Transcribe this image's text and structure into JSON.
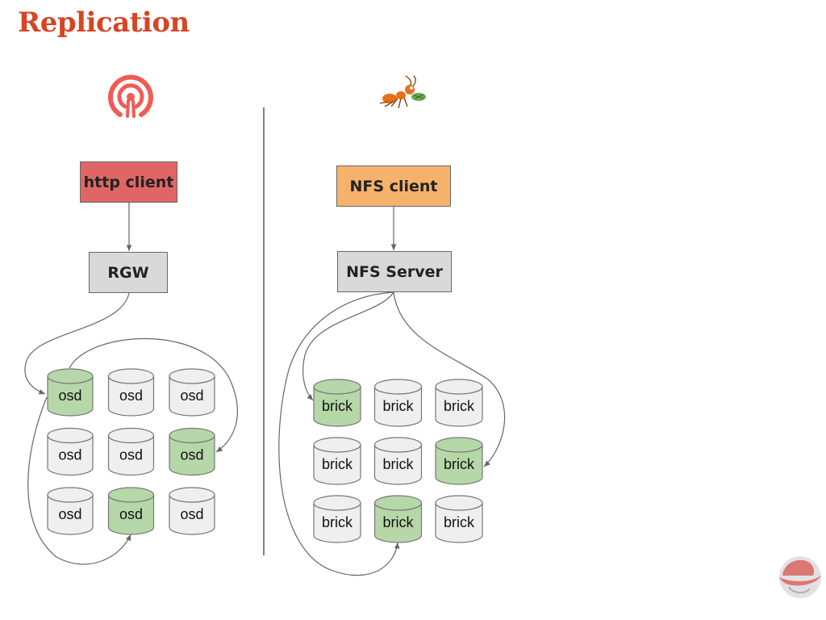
{
  "title": "Replication",
  "left": {
    "client_label": "http client",
    "gateway_label": "RGW",
    "disk_label": "osd",
    "disks": [
      {
        "row": 0,
        "col": 0,
        "replica": true
      },
      {
        "row": 0,
        "col": 1,
        "replica": false
      },
      {
        "row": 0,
        "col": 2,
        "replica": false
      },
      {
        "row": 1,
        "col": 0,
        "replica": false
      },
      {
        "row": 1,
        "col": 1,
        "replica": false
      },
      {
        "row": 1,
        "col": 2,
        "replica": true
      },
      {
        "row": 2,
        "col": 0,
        "replica": false
      },
      {
        "row": 2,
        "col": 1,
        "replica": true
      },
      {
        "row": 2,
        "col": 2,
        "replica": false
      }
    ]
  },
  "right": {
    "client_label": "NFS client",
    "gateway_label": "NFS Server",
    "disk_label": "brick",
    "disks": [
      {
        "row": 0,
        "col": 0,
        "replica": true
      },
      {
        "row": 0,
        "col": 1,
        "replica": false
      },
      {
        "row": 0,
        "col": 2,
        "replica": false
      },
      {
        "row": 1,
        "col": 0,
        "replica": false
      },
      {
        "row": 1,
        "col": 1,
        "replica": false
      },
      {
        "row": 1,
        "col": 2,
        "replica": true
      },
      {
        "row": 2,
        "col": 0,
        "replica": false
      },
      {
        "row": 2,
        "col": 1,
        "replica": true
      },
      {
        "row": 2,
        "col": 2,
        "replica": false
      }
    ]
  },
  "colors": {
    "title": "#d64524",
    "http_client": "#e06666",
    "nfs_client": "#f6b26b",
    "gateway": "#d9d9d9",
    "replica_disk": "#b6d7a8",
    "plain_disk": "#efefef",
    "ceph_logo": "#ef5c55",
    "connector": "#666666"
  },
  "icons": {
    "left_logo": "ceph-logo-icon",
    "right_logo": "gluster-ant-icon",
    "corner_logo": "redhat-shadowman-icon"
  }
}
